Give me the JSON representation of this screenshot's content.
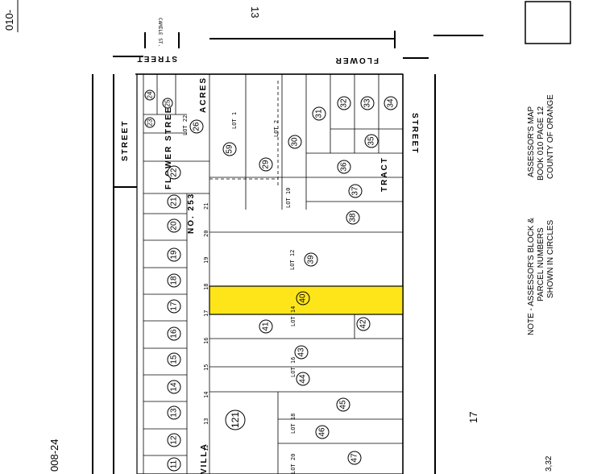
{
  "header": {
    "book_ref": "010-",
    "block_13": "13",
    "camile_st": "CAMILE ST."
  },
  "streets": {
    "flower_top": "STREET",
    "flower_top2": "FLOWER",
    "left_street": "STREET",
    "right_street": "STREET",
    "villa": "VILLA"
  },
  "tract": {
    "flower_street": "FLOWER STREET",
    "acres": "ACRES",
    "no": "NO. 253",
    "tract": "TRACT"
  },
  "note": {
    "line1": "NOTE - ASSESSOR'S BLOCK &",
    "line2": "PARCEL NUMBERS",
    "line3": "SHOWN IN CIRCLES"
  },
  "map_title": {
    "line1": "ASSESSOR'S MAP",
    "line2": "BOOK 010 PAGE 12",
    "line3": "COUNTY OF ORANGE"
  },
  "bottom_left": "008-24",
  "block_17": "17",
  "corner_fragment": "3,32",
  "highlight_color": "#fde51a",
  "parcel_numbers": [
    "11",
    "12",
    "13",
    "14",
    "15",
    "16",
    "17",
    "18",
    "19",
    "20",
    "21",
    "22",
    "23",
    "24",
    "25",
    "26",
    "29",
    "30",
    "31",
    "32",
    "33",
    "34",
    "35",
    "36",
    "37",
    "38",
    "39",
    "40",
    "41",
    "42",
    "43",
    "44",
    "45",
    "46",
    "47",
    "59",
    "121"
  ],
  "lot_labels": [
    "LOT 22",
    "LOT 1",
    "LOT 2",
    "LOT 12",
    "LOT 14",
    "LOT 16",
    "LOT 18",
    "LOT 10",
    "LOT 20"
  ],
  "frontage_numbers": [
    "21",
    "20",
    "19",
    "18",
    "17",
    "16",
    "15",
    "14",
    "13",
    "12"
  ]
}
